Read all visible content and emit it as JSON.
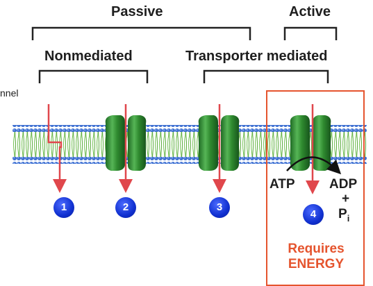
{
  "headers": {
    "passive": "Passive",
    "active": "Active",
    "nonmediated": "Nonmediated",
    "transporter_mediated": "Transporter mediated"
  },
  "cutoff_text": "nnel",
  "steps": [
    "1",
    "2",
    "3",
    "4"
  ],
  "reaction": {
    "atp": "ATP",
    "adp": "ADP",
    "plus": "+",
    "pi": "P",
    "pi_sub": "i"
  },
  "energy_note": {
    "line1": "Requires",
    "line2": "ENERGY"
  },
  "colors": {
    "membrane_head": "#3d6fd1",
    "membrane_tail": "#6cbf4a",
    "protein": "#2f8a2f",
    "arrow": "#e0474c",
    "energy": "#e5542e",
    "badge": "#1030d0"
  }
}
